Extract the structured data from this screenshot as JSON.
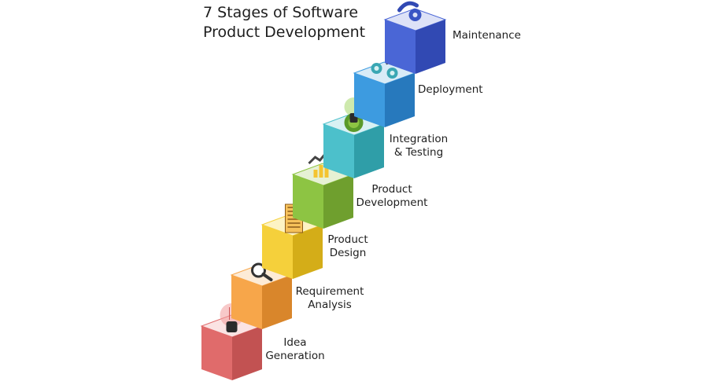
{
  "title": {
    "line1": "7 Stages of Software",
    "line2": "Product Development"
  },
  "stages": [
    {
      "lines": [
        "Idea",
        "Generation"
      ],
      "icon": "lightbulb-icon",
      "colors": {
        "top": "#fbe3e3",
        "front": "#e06b6b",
        "side": "#c25252"
      }
    },
    {
      "lines": [
        "Requirement",
        "Analysis"
      ],
      "icon": "magnifier-icon",
      "colors": {
        "top": "#fdebd6",
        "front": "#f7a64a",
        "side": "#d9862b"
      }
    },
    {
      "lines": [
        "Product",
        "Design"
      ],
      "icon": "blueprint-icon",
      "colors": {
        "top": "#fdf3c4",
        "front": "#f5d03b",
        "side": "#d4ad18"
      }
    },
    {
      "lines": [
        "Product",
        "Development"
      ],
      "icon": "growth-chart-icon",
      "colors": {
        "top": "#e6f1d4",
        "front": "#8dc443",
        "side": "#6f9f2e"
      }
    },
    {
      "lines": [
        "Integration",
        "& Testing"
      ],
      "icon": "gear-bulb-icon",
      "colors": {
        "top": "#d8f1f3",
        "front": "#4cc0cb",
        "side": "#2f9ea8"
      }
    },
    {
      "lines": [
        "Deployment"
      ],
      "icon": "gears-icon",
      "colors": {
        "top": "#d8ebf7",
        "front": "#3d9be0",
        "side": "#2779bd"
      }
    },
    {
      "lines": [
        "Maintenance"
      ],
      "icon": "wrench-gear-icon",
      "colors": {
        "top": "#dde2f7",
        "front": "#4a66d6",
        "side": "#3149b3"
      }
    }
  ]
}
